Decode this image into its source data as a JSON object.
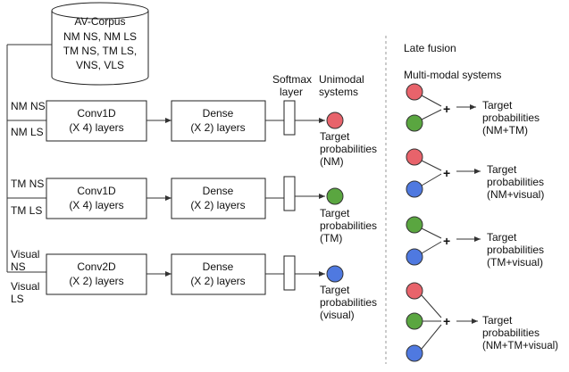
{
  "corpus": {
    "title": "AV-Corpus",
    "lines": [
      "NM NS, NM LS",
      "TM NS, TM LS,",
      "VNS, VLS"
    ]
  },
  "headers": {
    "softmax": [
      "Softmax",
      "layer"
    ],
    "unimodal": [
      "Unimodal",
      "systems"
    ],
    "late_fusion": "Late fusion",
    "multimodal": "Multi-modal systems"
  },
  "rows": [
    {
      "inputs": [
        "NM NS",
        "NM LS"
      ],
      "conv": [
        "Conv1D",
        "(X 4) layers"
      ],
      "dense": [
        "Dense",
        "(X 2) layers"
      ],
      "output": [
        "Target",
        "probabilities",
        "(NM)"
      ],
      "color": "#e8636b"
    },
    {
      "inputs": [
        "TM NS",
        "TM LS"
      ],
      "conv": [
        "Conv1D",
        "(X 4) layers"
      ],
      "dense": [
        "Dense",
        "(X 2) layers"
      ],
      "output": [
        "Target",
        "probabilities",
        "(TM)"
      ],
      "color": "#5aa640"
    },
    {
      "inputs": [
        "Visual",
        "NS",
        "Visual",
        "LS"
      ],
      "conv": [
        "Conv2D",
        "(X 2) layers"
      ],
      "dense": [
        "Dense",
        "(X 2) layers"
      ],
      "output": [
        "Target",
        "probabilities",
        "(visual)"
      ],
      "color": "#4f79e0"
    }
  ],
  "fusion": [
    {
      "output": [
        "Target",
        "probabilities",
        "(NM+TM)"
      ]
    },
    {
      "output": [
        "Target",
        "probabilities",
        "(NM+visual)"
      ]
    },
    {
      "output": [
        "Target",
        "probabilities",
        "(TM+visual)"
      ]
    },
    {
      "output": [
        "Target",
        "probabilities",
        "(NM+TM+visual)"
      ]
    }
  ],
  "plus_symbol": "+",
  "colors": {
    "nm": "#e8636b",
    "tm": "#5aa640",
    "visual": "#4f79e0",
    "stroke": "#333333",
    "divider": "#999999"
  }
}
